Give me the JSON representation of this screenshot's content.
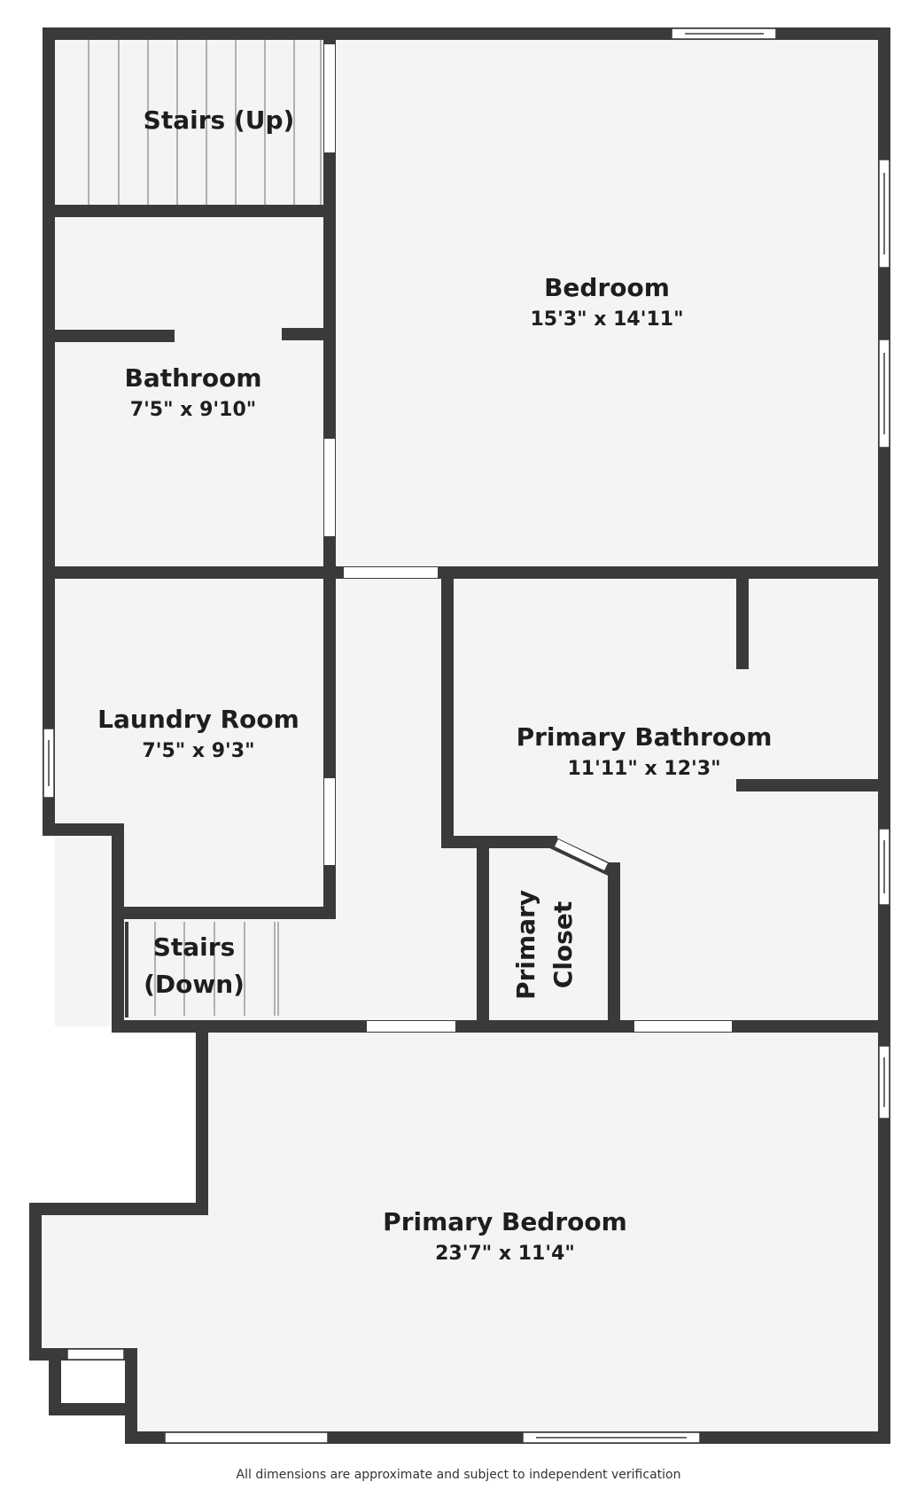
{
  "plan": {
    "colors": {
      "wall": "#3a3a3a",
      "floor": "#f4f4f4",
      "opening": "#ffffff",
      "stair_line": "#9a9a9a"
    },
    "rooms": {
      "stairs_up": {
        "name": "Stairs (Up)"
      },
      "bedroom": {
        "name": "Bedroom",
        "dimensions": "15'3\" x 14'11\""
      },
      "bathroom": {
        "name": "Bathroom",
        "dimensions": "7'5\" x 9'10\""
      },
      "laundry": {
        "name": "Laundry Room",
        "dimensions": "7'5\" x 9'3\""
      },
      "primary_bathroom": {
        "name": "Primary Bathroom",
        "dimensions": "11'11\" x 12'3\""
      },
      "stairs_down": {
        "name_line1": "Stairs",
        "name_line2": "(Down)"
      },
      "primary_closet": {
        "name_line1": "Primary",
        "name_line2": "Closet"
      },
      "primary_bedroom": {
        "name": "Primary Bedroom",
        "dimensions": "23'7\" x 11'4\""
      }
    }
  },
  "footer": {
    "disclaimer": "All dimensions are approximate and subject to independent verification"
  }
}
